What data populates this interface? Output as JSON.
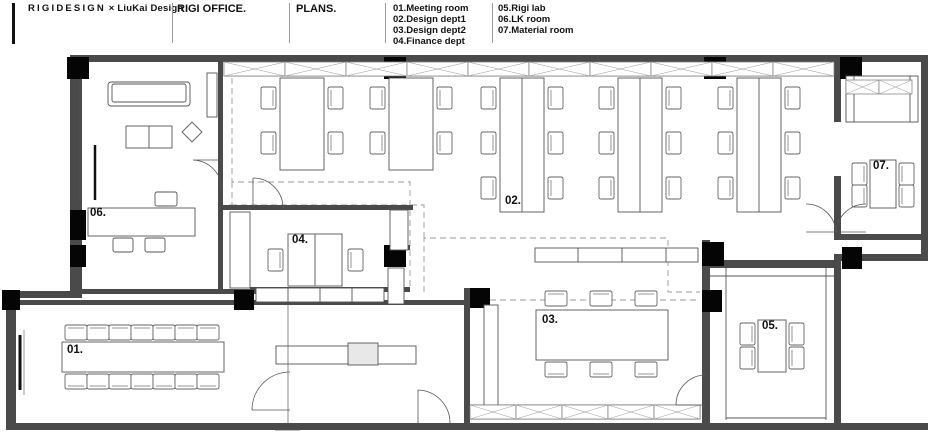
{
  "header": {
    "brand_primary": "RIGIDESIGN",
    "brand_join": "×",
    "brand_secondary": "LiuKai Design",
    "title": "RIGI OFFICE.",
    "subtitle": "PLANS.",
    "legend_col1": [
      "01.Meeting room",
      "02.Design dept1",
      "03.Design dept2",
      "04.Finance dept"
    ],
    "legend_col2": [
      "05.Rigi lab",
      "06.LK room",
      "07.Material room"
    ]
  },
  "rooms": {
    "r01": "01.",
    "r02": "02.",
    "r03": "03.",
    "r04": "04.",
    "r05": "05.",
    "r06": "06.",
    "r07": "07."
  },
  "colors": {
    "wall": "#4a4a4a",
    "column": "#050505",
    "furniture_line": "#666666",
    "dashed_line": "#9a9a9a"
  }
}
